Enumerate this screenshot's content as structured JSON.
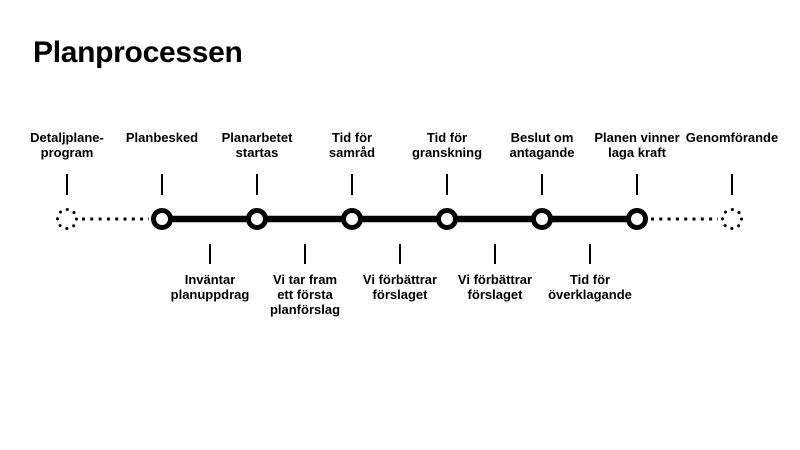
{
  "title": "Planprocessen",
  "colors": {
    "foreground": "#000000",
    "background": "#ffffff"
  },
  "timeline": {
    "top_labels": [
      {
        "text": "Detaljplane-\nprogram",
        "node": "dotted"
      },
      {
        "text": "Planbesked",
        "node": "solid"
      },
      {
        "text": "Planarbetet\nstartas",
        "node": "solid"
      },
      {
        "text": "Tid för\nsamråd",
        "node": "solid"
      },
      {
        "text": "Tid för\ngranskning",
        "node": "solid"
      },
      {
        "text": "Beslut om\nantagande",
        "node": "solid"
      },
      {
        "text": "Planen vinner\nlaga kraft",
        "node": "solid"
      },
      {
        "text": "Genomförande",
        "node": "dotted"
      }
    ],
    "bottom_labels": [
      {
        "text": "Inväntar\nplanuppdrag"
      },
      {
        "text": "Vi tar fram\nett första\nplanförslag"
      },
      {
        "text": "Vi förbättrar\nförslaget"
      },
      {
        "text": "Vi förbättrar\nförslaget"
      },
      {
        "text": "Tid för\növerklagande"
      }
    ]
  }
}
